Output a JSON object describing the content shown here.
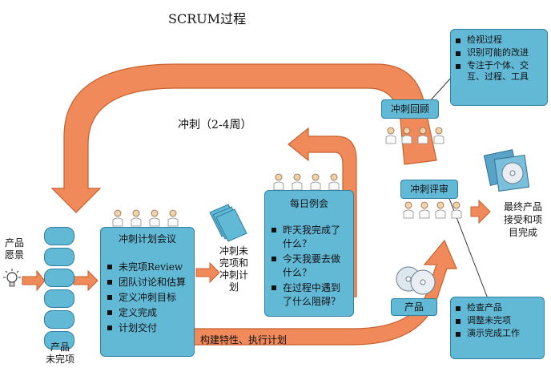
{
  "title": "SCRUM过程",
  "sprint_label": "冲刺（2-4周）",
  "product_vision": "产品\n愿景",
  "backlog_label": "产品\n未完项",
  "planning": {
    "title": "冲刺计划会议",
    "items": [
      "未完项Review",
      "团队讨论和估算",
      "定义冲刺目标",
      "定义完成",
      "计划交付"
    ]
  },
  "sprint_backlog": "冲刺未\n完项和\n冲刺计\n划",
  "daily": {
    "title": "每日例会",
    "items": [
      "昨天我完成了什么？",
      "今天我要去做什么？",
      "在过程中遇到了什么阻碍？"
    ]
  },
  "build_label": "构建特性、执行计划",
  "retro_label": "冲刺回顾",
  "retro_items": [
    "检视过程",
    "识别可能的改进",
    "专注于个体、交互、过程、工具"
  ],
  "review_label": "冲刺评审",
  "review_items": [
    "检查产品",
    "调整未完项",
    "演示完成工作"
  ],
  "product_label": "产品",
  "final_label": "最终产品\n接受和项\n目完成",
  "colors": {
    "arrow": "#f08a5a",
    "arrow_stroke": "#c8602e",
    "box": "#62b9d6"
  }
}
